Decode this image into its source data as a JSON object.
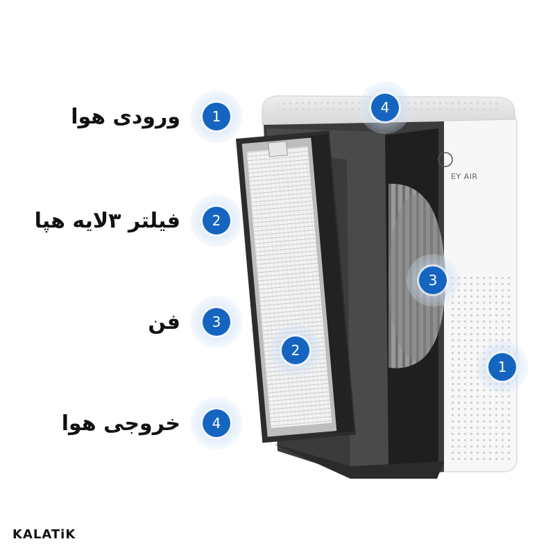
{
  "legend": [
    {
      "number": "1",
      "label": "ورودی هوا"
    },
    {
      "number": "2",
      "label": "فیلتر ۳لایه هپا"
    },
    {
      "number": "3",
      "label": "فن"
    },
    {
      "number": "4",
      "label": "خروجی هوا"
    }
  ],
  "callouts": [
    {
      "number": "4"
    },
    {
      "number": "3"
    },
    {
      "number": "2"
    },
    {
      "number": "1"
    }
  ],
  "product_brand_fragment": "EY AIR",
  "watermark": "KALATiK",
  "colors": {
    "badge": "#1565c0",
    "badge_halo": "#dce8f8",
    "text": "#111111",
    "housing": "#f4f4f4",
    "interior": "#3a3a3a"
  }
}
